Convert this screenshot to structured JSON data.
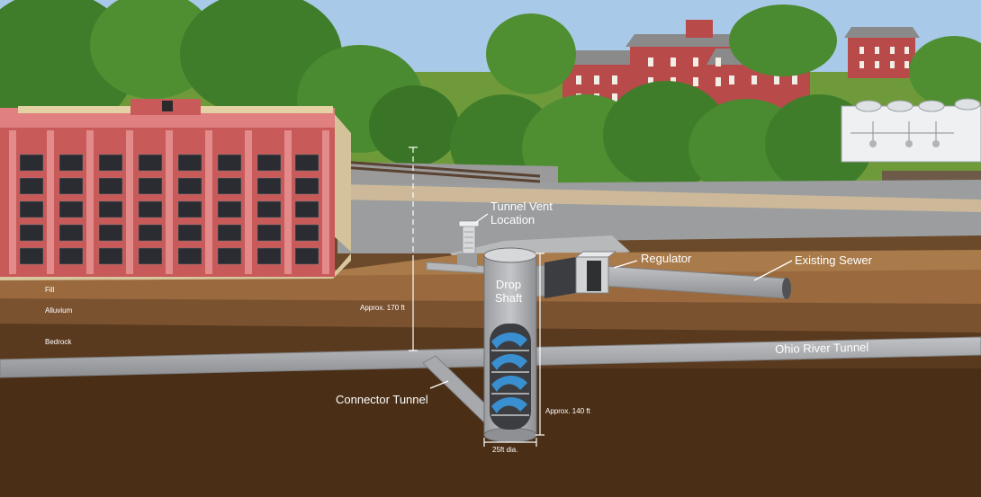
{
  "labels": {
    "tunnel_vent": "Tunnel Vent",
    "tunnel_vent_2": "Location",
    "regulator": "Regulator",
    "existing_sewer": "Existing Sewer",
    "drop": "Drop",
    "shaft": "Shaft",
    "ohio_river_tunnel": "Ohio River Tunnel",
    "connector_tunnel": "Connector Tunnel",
    "fill": "Fill",
    "alluvium": "Alluvium",
    "bedrock": "Bedrock",
    "depth_total": "Approx. 170 ft",
    "depth_shaft": "Approx. 140 ft",
    "diameter": "25ft dia."
  },
  "colors": {
    "sky": "#a9c9e8",
    "grass": "#6f9a3a",
    "fill_layer": "#9a6a3e",
    "alluvium_layer": "#7a5230",
    "bedrock_layer": "#5a3a1e",
    "deep_layer": "#4a2e16",
    "brick": "#c85a5a",
    "tunnel": "#a7a9ac",
    "water": "#3a8fd0"
  }
}
